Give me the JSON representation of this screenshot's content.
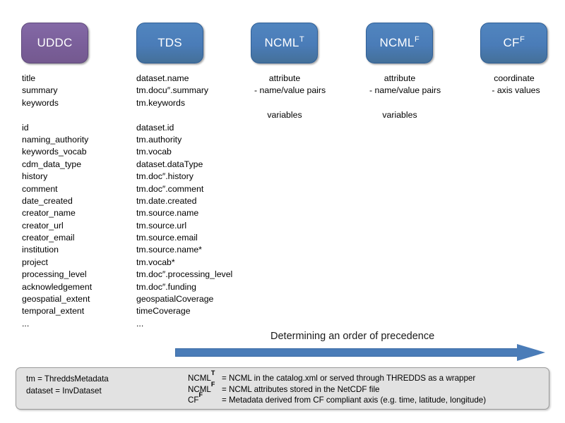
{
  "columns": [
    {
      "id": "uddc",
      "header": "UDDC",
      "header_sup": "",
      "color": "#7a5f9a",
      "items": [
        "title",
        "summary",
        "keywords",
        "",
        "id",
        "naming_authority",
        "keywords_vocab",
        "cdm_data_type",
        "history",
        "comment",
        "date_created",
        "creator_name",
        "creator_url",
        "creator_email",
        "institution",
        "project",
        "processing_level",
        "acknowledgement",
        "geospatial_extent",
        "temporal_extent",
        "..."
      ]
    },
    {
      "id": "tds",
      "header": "TDS",
      "header_sup": "",
      "color": "#4a7cb8",
      "items": [
        "dataset.name",
        "tm.docu″.summary",
        "tm.keywords",
        "",
        "dataset.id",
        "tm.authority",
        "tm.vocab",
        "dataset.dataType",
        "tm.doc″.history",
        "tm.doc″.comment",
        "tm.date.created",
        "tm.source.name",
        "tm.source.url",
        "tm.source.email",
        "tm.source.name*",
        "tm.vocab*",
        "tm.doc″.processing_level",
        "tm.doc″.funding",
        "geospatialCoverage",
        "timeCoverage",
        "..."
      ]
    },
    {
      "id": "ncml-t",
      "header": "NCML",
      "header_sup": "T",
      "color": "#4a7cb8",
      "items": [
        "attribute",
        "- name/value pairs",
        "",
        "variables"
      ]
    },
    {
      "id": "ncml-f",
      "header": "NCML",
      "header_sup": "F",
      "color": "#4a7cb8",
      "items": [
        "attribute",
        "- name/value pairs",
        "",
        "variables"
      ]
    },
    {
      "id": "cf-f",
      "header": "CF",
      "header_sup": "F",
      "color": "#4a7cb8",
      "items": [
        "coordinate",
        "- axis values"
      ]
    }
  ],
  "arrow": {
    "label": "Determining an order of precedence",
    "color": "#4a7cb8"
  },
  "legend": {
    "left": [
      "tm = ThreddsMetadata",
      "dataset = InvDataset"
    ],
    "right": [
      {
        "tag": "NCML",
        "tag_sup": "T",
        "text": "= NCML in the catalog.xml or served through THREDDS as a wrapper"
      },
      {
        "tag": "NCML",
        "tag_sup": "F",
        "text": "= NCML attributes stored in the NetCDF file"
      },
      {
        "tag": "CF",
        "tag_sup": "F",
        "text": "= Metadata derived from CF compliant axis (e.g. time, latitude, longitude)"
      }
    ],
    "background": "#e2e2e2",
    "border": "#9a9a9a"
  }
}
